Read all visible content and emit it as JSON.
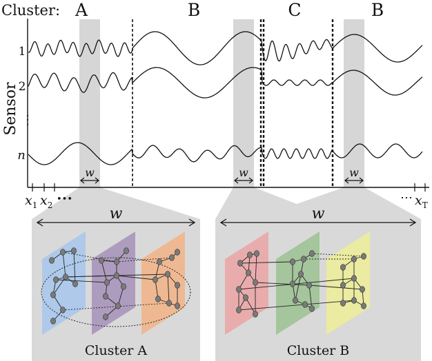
{
  "header": {
    "cluster_prefix": "Cluster:"
  },
  "segments": [
    {
      "label": "A"
    },
    {
      "label": "B"
    },
    {
      "label": "C"
    },
    {
      "label": "B"
    }
  ],
  "axis": {
    "y_label": "Sensor",
    "sensor_labels": [
      "1",
      "2",
      "⋮",
      "n"
    ],
    "x_ticks": [
      {
        "base": "x",
        "sub": "1"
      },
      {
        "base": "x",
        "sub": "2"
      },
      {
        "base": "x",
        "sub": "T"
      }
    ],
    "x_ellipsis_left": "•••",
    "x_ellipsis_right": "⋯",
    "window_symbol": "w"
  },
  "panels": [
    {
      "title": "Cluster A",
      "width_symbol": "w",
      "layer_colors": [
        "#a9c6ea",
        "#a995ba",
        "#efb58a"
      ]
    },
    {
      "title": "Cluster B",
      "width_symbol": "w",
      "layer_colors": [
        "#eaa6a6",
        "#9fc295",
        "#ecec9a"
      ]
    }
  ],
  "colors": {
    "window_shade": "#d6d6d6",
    "panel_bg": "#d9d9d9",
    "node": "#7a7a7a"
  }
}
